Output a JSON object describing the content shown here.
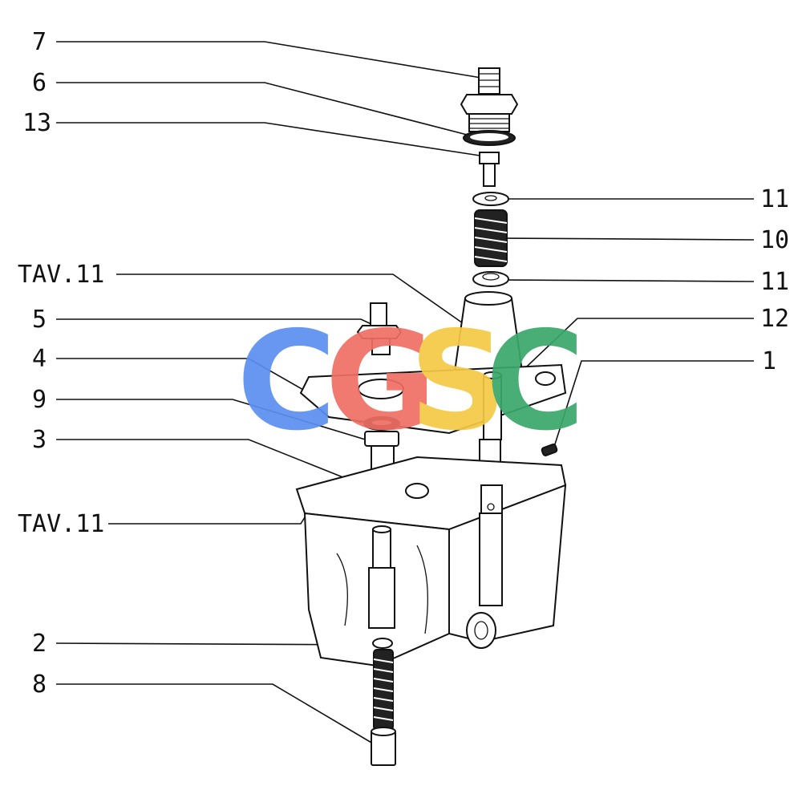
{
  "labels": {
    "l7": "7",
    "l6": "6",
    "l13": "13",
    "l11a": "11",
    "l10": "10",
    "l11b": "11",
    "tav1": "TAV.11",
    "l12": "12",
    "l5": "5",
    "l1": "1",
    "l4": "4",
    "l9": "9",
    "l3": "3",
    "tav2": "TAV.11",
    "l2": "2",
    "l8": "8"
  },
  "watermark": {
    "c1": "C",
    "g": "G",
    "s": "S",
    "c2": "C",
    "colors": {
      "c1": "#5b8ff0",
      "g": "#ef6f63",
      "s": "#f6c945",
      "c2": "#3aa86b"
    }
  }
}
